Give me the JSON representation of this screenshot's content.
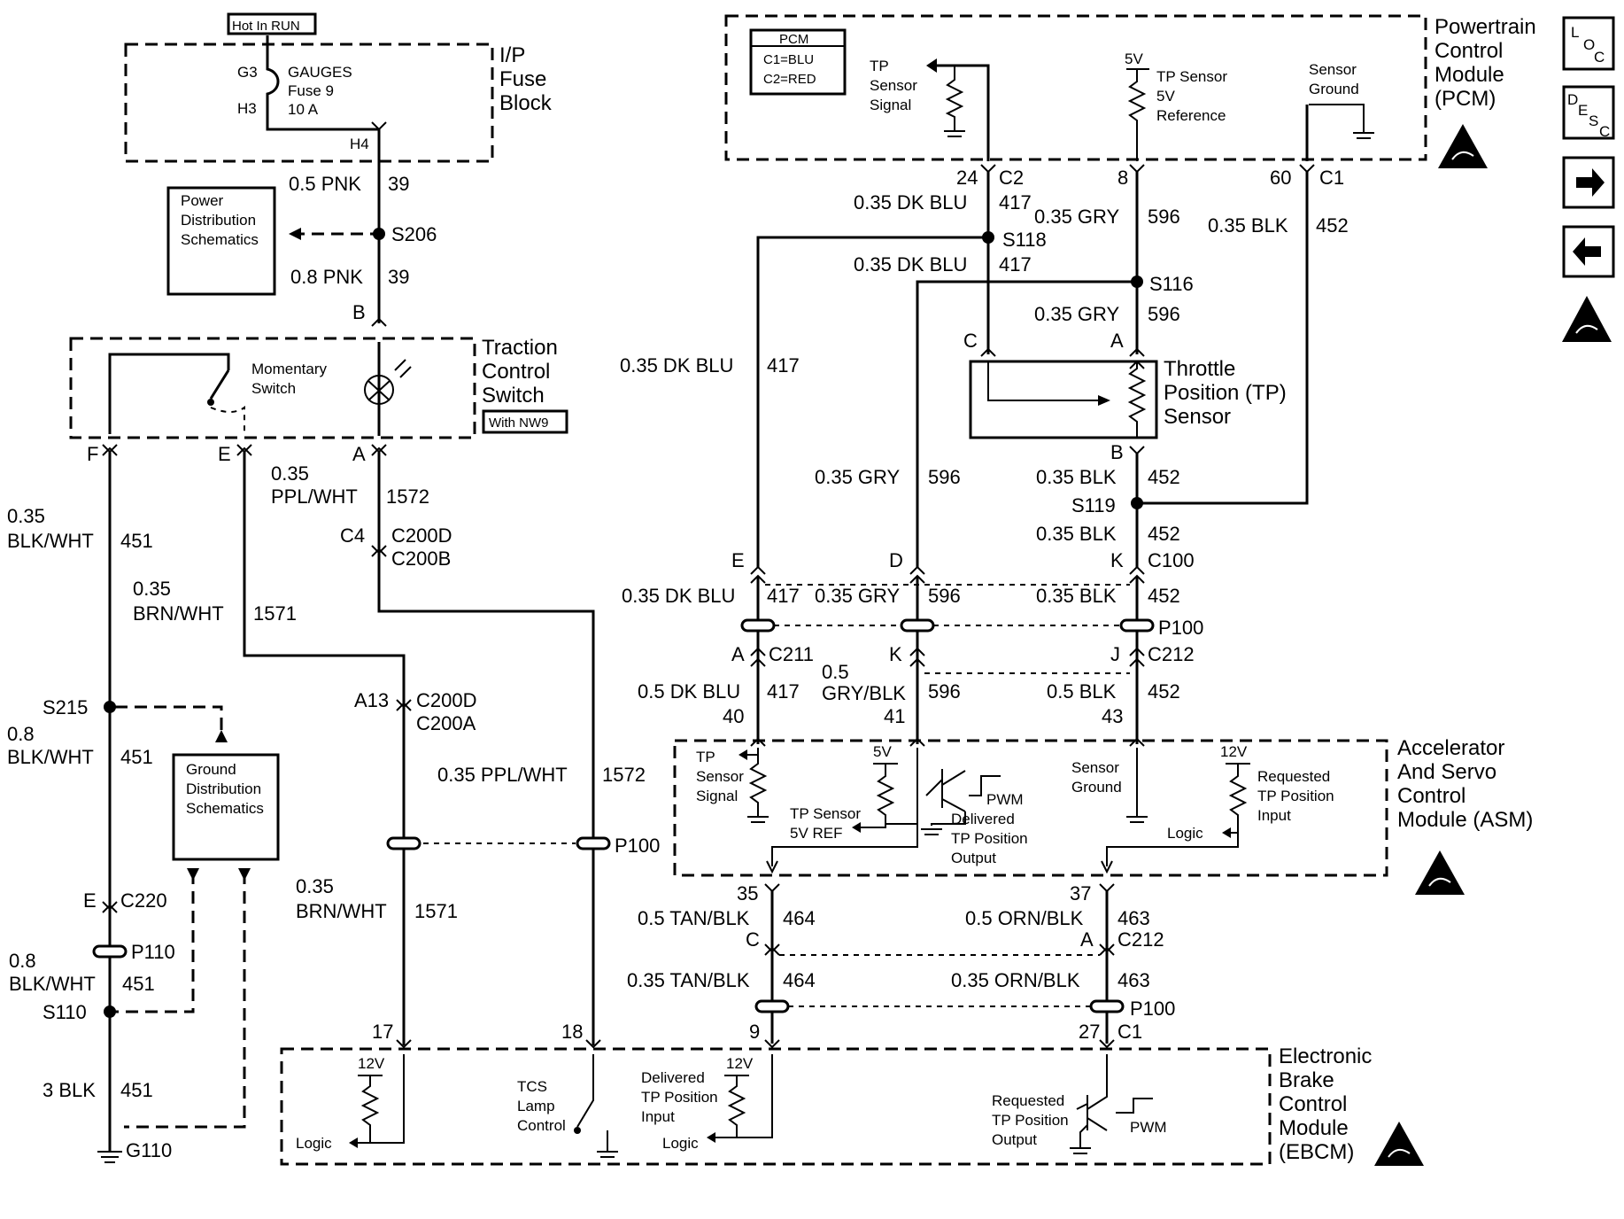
{
  "fuse_block": {
    "hot_label": "Hot In RUN",
    "title_lines": [
      "I/P",
      "Fuse",
      "Block"
    ],
    "fuse_lines": [
      "GAUGES",
      "Fuse 9",
      "10 A"
    ],
    "pin_g3": "G3",
    "pin_h3": "H3",
    "pin_h4": "H4"
  },
  "power_dist": {
    "lines": [
      "Power",
      "Distribution",
      "Schematics"
    ]
  },
  "ground_dist": {
    "lines": [
      "Ground",
      "Distribution",
      "Schematics"
    ]
  },
  "tcs_switch": {
    "title_lines": [
      "Traction",
      "Control",
      "Switch"
    ],
    "option": "With NW9",
    "switch_lines": [
      "Momentary",
      "Switch"
    ],
    "pin_f": "F",
    "pin_e": "E",
    "pin_a": "A",
    "pin_b": "B"
  },
  "wires_left": {
    "w1_gauge": "0.5 PNK",
    "w1_circuit": "39",
    "splice_s206": "S206",
    "w2_gauge": "0.8 PNK",
    "w2_circuit": "39",
    "w3_gauge_1": "0.35",
    "w3_gauge_2": "PPL/WHT",
    "w3_circuit": "1572",
    "c4": "C4",
    "c200d_1": "C200D",
    "c200b": "C200B",
    "w4_gauge_1": "0.35",
    "w4_gauge_2": "BLK/WHT",
    "w4_circuit": "451",
    "w5_gauge_1": "0.35",
    "w5_gauge_2": "BRN/WHT",
    "w5_circuit": "1571",
    "splice_s215": "S215",
    "w6_gauge_1": "0.8",
    "w6_gauge_2": "BLK/WHT",
    "w6_circuit": "451",
    "a13": "A13",
    "c200d_2": "C200D",
    "c200a": "C200A",
    "w7_gauge": "0.35 PPL/WHT",
    "w7_circuit": "1572",
    "p100_left": "P100",
    "c220_pin": "E",
    "c220": "C220",
    "p110": "P110",
    "w8_gauge_1": "0.8",
    "w8_gauge_2": "BLK/WHT",
    "w8_circuit": "451",
    "w9_gauge_1": "0.35",
    "w9_gauge_2": "BRN/WHT",
    "w9_circuit": "1571",
    "splice_s110": "S110",
    "w10_gauge": "3 BLK",
    "w10_circuit": "451",
    "ground_g110": "G110"
  },
  "pcm": {
    "title_lines": [
      "Powertrain",
      "Control",
      "Module",
      "(PCM)"
    ],
    "legend_title": "PCM",
    "legend_lines": [
      "C1=BLU",
      "C2=RED"
    ],
    "tp_signal_lines": [
      "TP",
      "Sensor",
      "Signal"
    ],
    "v5": "5V",
    "tp_ref_lines": [
      "TP Sensor",
      "5V",
      "Reference"
    ],
    "sensor_gnd_lines": [
      "Sensor",
      "Ground"
    ],
    "pin24": "24",
    "c2": "C2",
    "pin8": "8",
    "pin60": "60",
    "c1": "C1"
  },
  "wires_right": {
    "dkblu": "0.35 DK BLU",
    "c417": "417",
    "gry": "0.35 GRY",
    "c596": "596",
    "blk": "0.35 BLK",
    "c452": "452",
    "s118": "S118",
    "s116": "S116",
    "s119": "S119",
    "pin_c": "C",
    "pin_a": "A",
    "pin_b": "B",
    "tp_title_lines": [
      "Throttle",
      "Position (TP)",
      "Sensor"
    ],
    "pin_e": "E",
    "pin_d": "D",
    "pin_k": "K",
    "c100": "C100",
    "p100": "P100",
    "pin_a2": "A",
    "c211": "C211",
    "pin_k2": "K",
    "pin_j": "J",
    "c212": "C212",
    "dkblu05": "0.5 DK BLU",
    "grblk05_1": "0.5",
    "grblk05_2": "GRY/BLK",
    "blk05": "0.5 BLK",
    "pin40": "40",
    "pin41": "41",
    "pin43": "43"
  },
  "asm": {
    "title_lines": [
      "Accelerator",
      "And Servo",
      "Control",
      "Module (ASM)"
    ],
    "tp_signal_lines": [
      "TP",
      "Sensor",
      "Signal"
    ],
    "v5": "5V",
    "tp_ref_lines": [
      "TP Sensor",
      "5V REF"
    ],
    "pwm": "PWM",
    "delivered_lines": [
      "Delivered",
      "TP Position",
      "Output"
    ],
    "sensor_gnd_lines": [
      "Sensor",
      "Ground"
    ],
    "v12": "12V",
    "requested_lines": [
      "Requested",
      "TP Position",
      "Input"
    ],
    "logic": "Logic"
  },
  "wires_bottom": {
    "pin35": "35",
    "pin37": "37",
    "tan05": "0.5 TAN/BLK",
    "c464": "464",
    "orn05": "0.5 ORN/BLK",
    "c463": "463",
    "pin_c": "C",
    "pin_a": "A",
    "c212": "C212",
    "tan035": "0.35 TAN/BLK",
    "orn035": "0.35 ORN/BLK",
    "p100": "P100",
    "pin17": "17",
    "pin18": "18",
    "pin9": "9",
    "pin27": "27",
    "c1": "C1"
  },
  "ebcm": {
    "title_lines": [
      "Electronic",
      "Brake",
      "Control",
      "Module",
      "(EBCM)"
    ],
    "v12a": "12V",
    "logic_a": "Logic",
    "tcs_lamp_lines": [
      "TCS",
      "Lamp",
      "Control"
    ],
    "delivered_lines": [
      "Delivered",
      "TP Position",
      "Input"
    ],
    "v12b": "12V",
    "logic_b": "Logic",
    "requested_lines": [
      "Requested",
      "TP Position",
      "Output"
    ],
    "pwm": "PWM"
  },
  "side_buttons": {
    "loc": [
      "L",
      "O",
      "C"
    ],
    "desc": [
      "D",
      "E",
      "S",
      "C"
    ]
  }
}
